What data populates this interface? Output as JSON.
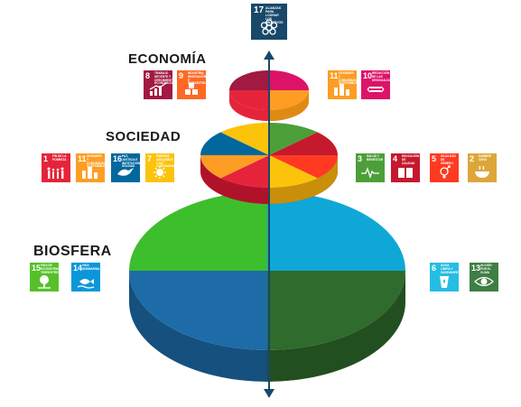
{
  "labels": {
    "economia": "ECONOMÍA",
    "sociedad": "SOCIEDAD",
    "biosfera": "BIOSFERA"
  },
  "top_goal": {
    "number": "17",
    "text": "ALIANZAS PARA LOGRAR LOS OBJETIVOS",
    "color": "#19486A",
    "icon": "flower-icon"
  },
  "economia_goals": [
    {
      "number": "8",
      "text": "TRABAJO DECENTE Y CRECIMIENTO ECONÓMICO",
      "color": "#A21942",
      "icon": "growth-chart-icon"
    },
    {
      "number": "9",
      "text": "INDUSTRIA, INNOVACIÓN E INFRAESTRUCTURA",
      "color": "#FD6925",
      "icon": "cubes-icon"
    },
    {
      "number": "11",
      "text": "CIUDADES Y COMUNIDADES SOSTENIBLES",
      "color": "#FD9D24",
      "icon": "city-icon"
    },
    {
      "number": "10",
      "text": "REDUCCIÓN DE LAS DESIGUALDADES",
      "color": "#DD1367",
      "icon": "equality-icon"
    }
  ],
  "sociedad_goals_left": [
    {
      "number": "1",
      "text": "FIN DE LA POBREZA",
      "color": "#E5243B",
      "icon": "family-icon"
    },
    {
      "number": "11",
      "text": "CIUDADES Y COMUNIDADES SOSTENIBLES",
      "color": "#FD9D24",
      "icon": "city-icon"
    },
    {
      "number": "16",
      "text": "PAZ, JUSTICIA E INSTITUCIONES SÓLIDAS",
      "color": "#00689D",
      "icon": "dove-icon"
    },
    {
      "number": "7",
      "text": "ENERGÍA ASEQUIBLE Y NO CONTAMINANTE",
      "color": "#FCC30B",
      "icon": "sun-icon"
    }
  ],
  "sociedad_goals_right": [
    {
      "number": "3",
      "text": "SALUD Y BIENESTAR",
      "color": "#4C9F38",
      "icon": "heartbeat-icon"
    },
    {
      "number": "4",
      "text": "EDUCACIÓN DE CALIDAD",
      "color": "#C5192D",
      "icon": "book-icon"
    },
    {
      "number": "5",
      "text": "IGUALDAD DE GÉNERO",
      "color": "#FF3A21",
      "icon": "gender-icon"
    },
    {
      "number": "2",
      "text": "HAMBRE CERO",
      "color": "#DDA63A",
      "icon": "bowl-icon"
    }
  ],
  "biosfera_goals_left": [
    {
      "number": "15",
      "text": "VIDA DE ECOSISTEMAS TERRESTRES",
      "color": "#56C02B",
      "icon": "tree-icon"
    },
    {
      "number": "14",
      "text": "VIDA SUBMARINA",
      "color": "#0A97D9",
      "icon": "fish-icon"
    }
  ],
  "biosfera_goals_right": [
    {
      "number": "6",
      "text": "AGUA LIMPIA Y SANEAMIENTO",
      "color": "#26BDE2",
      "icon": "water-icon"
    },
    {
      "number": "13",
      "text": "ACCIÓN POR EL CLIMA",
      "color": "#3F7E44",
      "icon": "earth-eye-icon"
    }
  ],
  "pies": {
    "economia": [
      "#E5243B",
      "#DD1367",
      "#FD9D24",
      "#A21942"
    ],
    "sociedad": [
      "#4C9F38",
      "#C5192D",
      "#FF3A21",
      "#FCC30B",
      "#E5243B",
      "#FD9D24",
      "#00689D",
      "#FCC30B"
    ],
    "biosfera": [
      "#26BDE2",
      "#3F7E44",
      "#0A97D9",
      "#56C02B"
    ]
  }
}
